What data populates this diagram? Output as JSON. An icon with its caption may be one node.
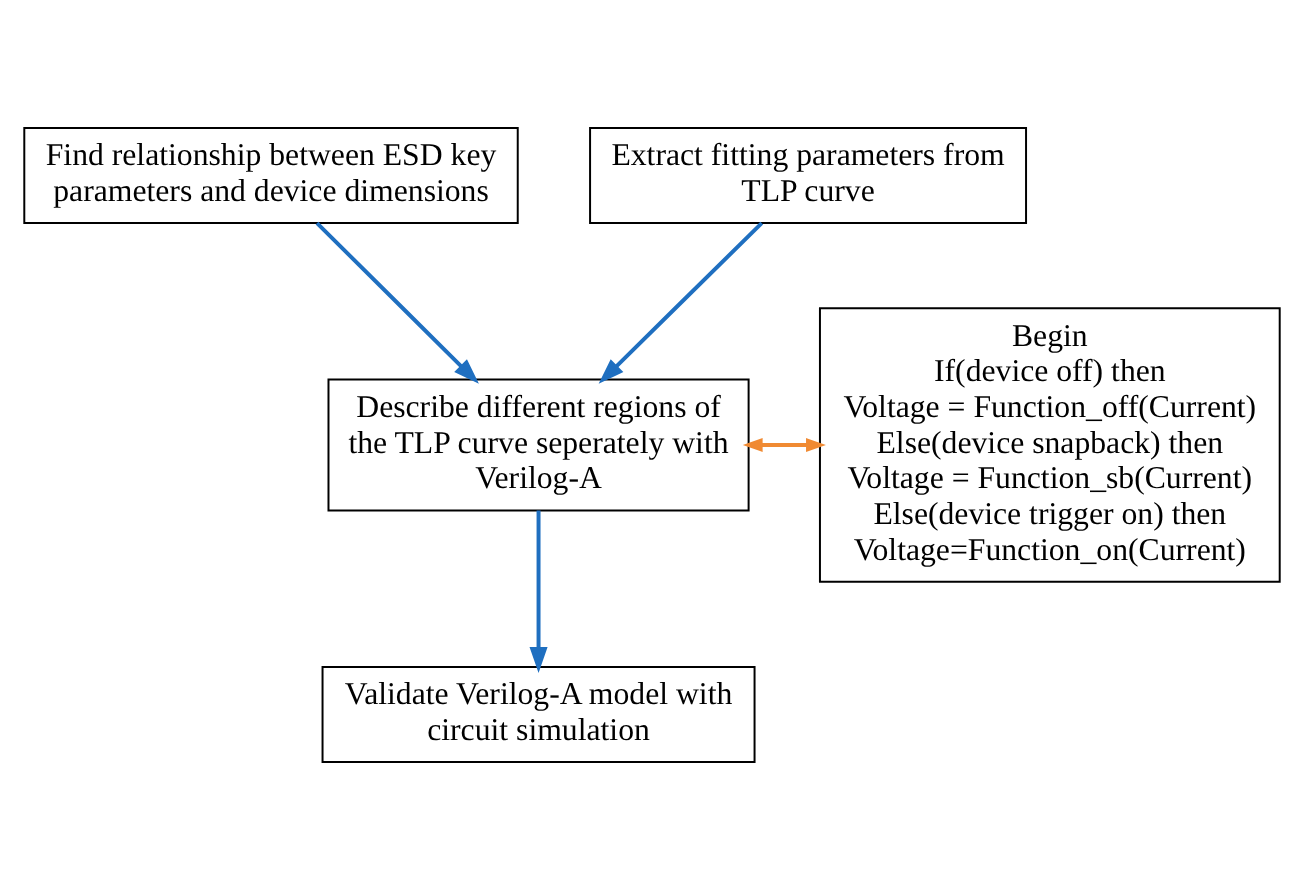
{
  "diagram": {
    "nodes": [
      {
        "text": [
          "Find relationship between ESD key parameters and device dimensions"
        ]
      },
      {
        "text": [
          "Extract fitting parameters from TLP curve"
        ]
      },
      {
        "text": [
          "Describe different regions of the TLP curve seperately with Verilog-A"
        ]
      },
      {
        "text": [
          "Begin",
          "If(device off) then",
          "Voltage = Function_off(Current)",
          "Else(device snapback) then",
          "Voltage = Function_sb(Current)",
          "Else(device trigger on) then",
          "Voltage=Function_on(Current)"
        ]
      },
      {
        "text": [
          "Validate Verilog-A model with circuit simulation"
        ]
      }
    ],
    "edges": [
      {
        "from": 0,
        "to": 2,
        "arrow": "to",
        "color": "#1f6fc0"
      },
      {
        "from": 1,
        "to": 2,
        "arrow": "to",
        "color": "#1f6fc0"
      },
      {
        "from": 2,
        "to": 3,
        "arrow": "both",
        "color": "#f08a32"
      },
      {
        "from": 2,
        "to": 4,
        "arrow": "to",
        "color": "#1f6fc0"
      }
    ]
  }
}
